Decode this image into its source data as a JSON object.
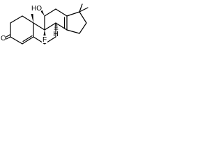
{
  "atoms": {
    "hydroxyl": "HO",
    "fluoro": "F",
    "keto": "O"
  },
  "stereo": {
    "h8": "H"
  },
  "colors": {
    "ink": "#000000",
    "background": "#ffffff"
  }
}
